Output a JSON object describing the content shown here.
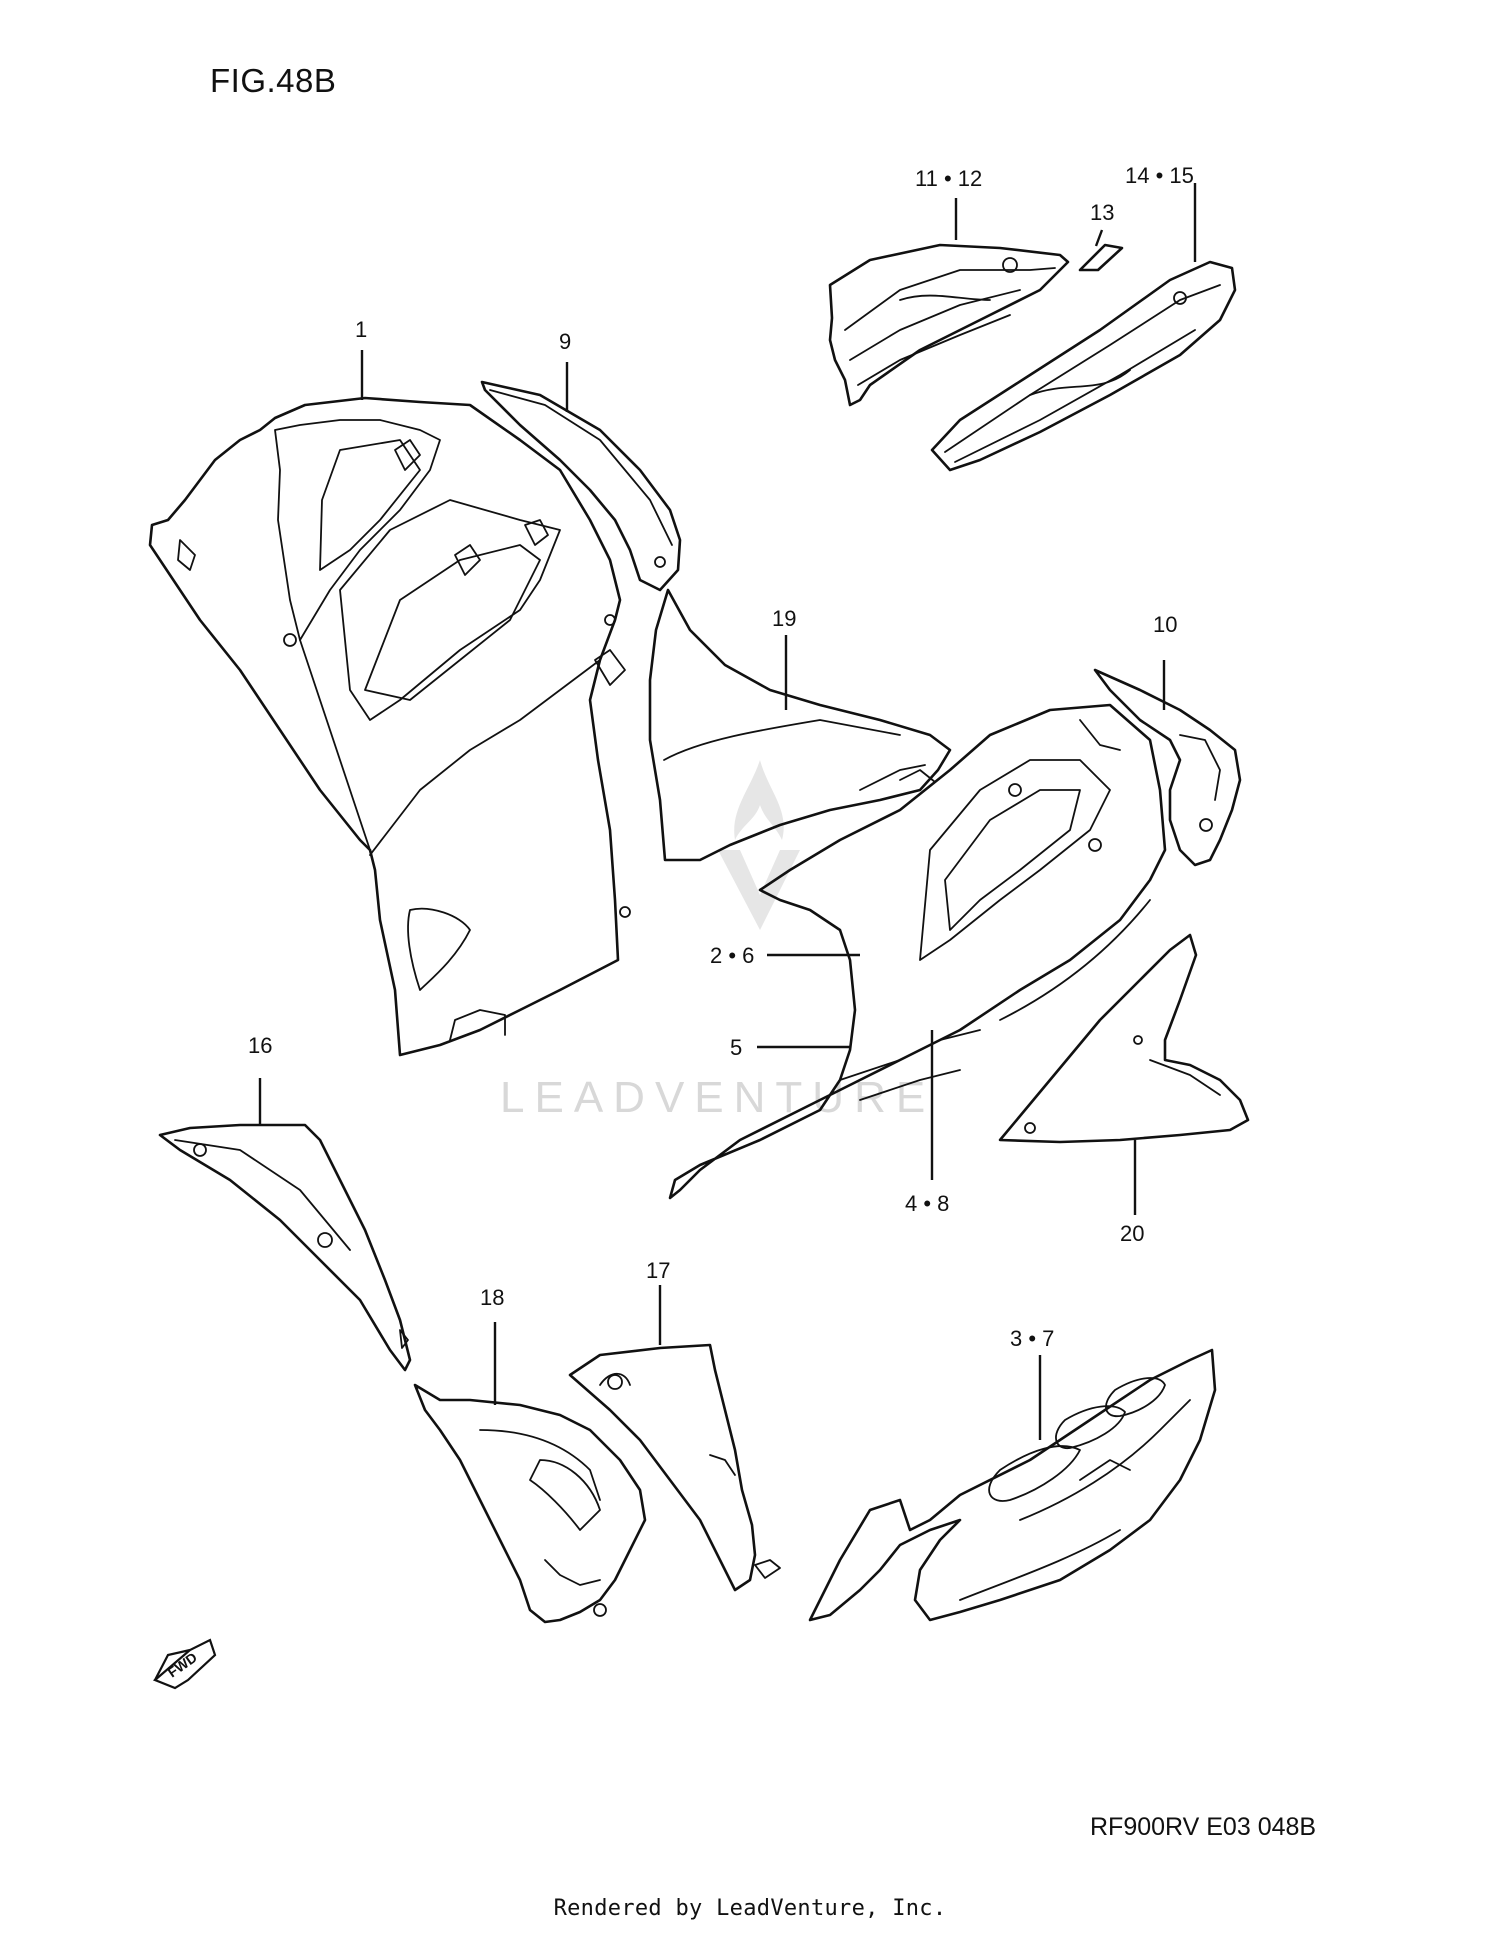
{
  "figure": {
    "title": "FIG.48B",
    "drawing_code": "RF900RV E03  048B",
    "footer": "Rendered by LeadVenture, Inc.",
    "watermark": "LEADVENTURE",
    "fwd_label": "FWD"
  },
  "callouts": [
    {
      "id": "c1",
      "text": "1"
    },
    {
      "id": "c9",
      "text": "9"
    },
    {
      "id": "c11-12",
      "text": "11 • 12"
    },
    {
      "id": "c14-15",
      "text": "14 • 15"
    },
    {
      "id": "c13",
      "text": "13"
    },
    {
      "id": "c19",
      "text": "19"
    },
    {
      "id": "c10",
      "text": "10"
    },
    {
      "id": "c2-6",
      "text": "2 • 6"
    },
    {
      "id": "c5",
      "text": "5"
    },
    {
      "id": "c4-8",
      "text": "4 • 8"
    },
    {
      "id": "c20",
      "text": "20"
    },
    {
      "id": "c16",
      "text": "16"
    },
    {
      "id": "c17",
      "text": "17"
    },
    {
      "id": "c18",
      "text": "18"
    },
    {
      "id": "c3-7",
      "text": "3 • 7"
    }
  ],
  "colors": {
    "line": "#111111",
    "watermark": "#d8d8d8",
    "background": "#ffffff"
  }
}
